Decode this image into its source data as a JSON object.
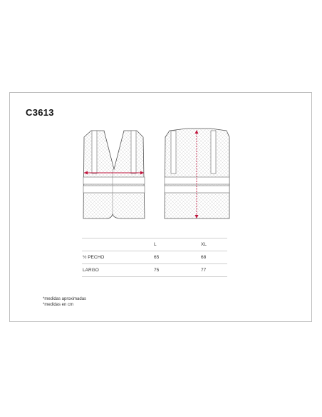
{
  "product": {
    "code": "C3613"
  },
  "table": {
    "headers": [
      "",
      "L",
      "XL"
    ],
    "rows": [
      {
        "label": "½ PECHO",
        "values": [
          "65",
          "68"
        ]
      },
      {
        "label": "LARGO",
        "values": [
          "75",
          "77"
        ]
      }
    ]
  },
  "notes": [
    "*medidas aproximadas",
    "*medidas en cm"
  ],
  "colors": {
    "measure": "#c0143c",
    "outline": "#555555",
    "border": "#bdbdbd"
  }
}
